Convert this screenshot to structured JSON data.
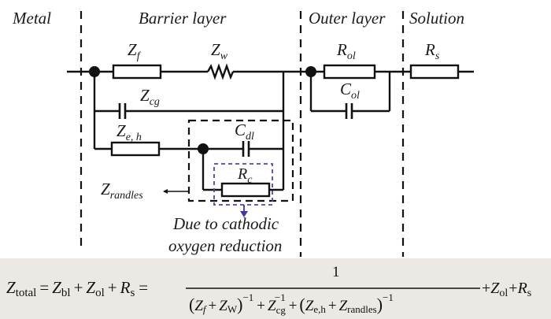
{
  "regions": {
    "metal": "Metal",
    "barrier": "Barrier layer",
    "outer": "Outer layer",
    "solution": "Solution"
  },
  "components": {
    "zf": {
      "main": "Z",
      "sub": "f"
    },
    "zw": {
      "main": "Z",
      "sub": "w"
    },
    "rol": {
      "main": "R",
      "sub": "ol"
    },
    "rs": {
      "main": "R",
      "sub": "s"
    },
    "zcg": {
      "main": "Z",
      "sub": "cg"
    },
    "col": {
      "main": "C",
      "sub": "ol"
    },
    "zeh": {
      "main": "Z",
      "sub": "e, h"
    },
    "cdl": {
      "main": "C",
      "sub": "dl"
    },
    "rc": {
      "main": "R",
      "sub": "c"
    },
    "zrandles": {
      "main": "Z",
      "sub": "randles"
    }
  },
  "annotation": {
    "line1": "Due to cathodic",
    "line2": "oxygen reduction"
  },
  "formula": {
    "lhs_main": "Z",
    "lhs_sub": "total",
    "eq1": "=",
    "zbl_main": "Z",
    "zbl_sub": "bl",
    "plus1": "+",
    "zol_main": "Z",
    "zol_sub": "ol",
    "plus2": "+",
    "rs_main": "R",
    "rs_sub": "s",
    "eq2": "=",
    "numerator": "1",
    "den_open1": "(",
    "den_zf_main": "Z",
    "den_zf_sub": "f",
    "den_plus1": "+",
    "den_zw_main": "Z",
    "den_zw_sub": "W",
    "den_close1": ")",
    "den_exp1": "−1",
    "den_plus2": "+",
    "den_zcg_main": "Z",
    "den_zcg_sub": "cg",
    "den_zcg_exp": "−1",
    "den_plus3": "+",
    "den_open2": "(",
    "den_zeh_main": "Z",
    "den_zeh_sub": "e,h",
    "den_plus4": "+",
    "den_zr_main": "Z",
    "den_zr_sub": "randles",
    "den_close2": ")",
    "den_exp2": "−1",
    "tail_plus1": "+",
    "tail_zol_main": "Z",
    "tail_zol_sub": "ol",
    "tail_plus2": "+",
    "tail_rs_main": "R",
    "tail_rs_sub": "s"
  },
  "colors": {
    "line": "#111111",
    "dashed_blue": "#4a4aa8",
    "arrow_blue": "#3a3aa0",
    "formula_band": "#ece8e4"
  }
}
